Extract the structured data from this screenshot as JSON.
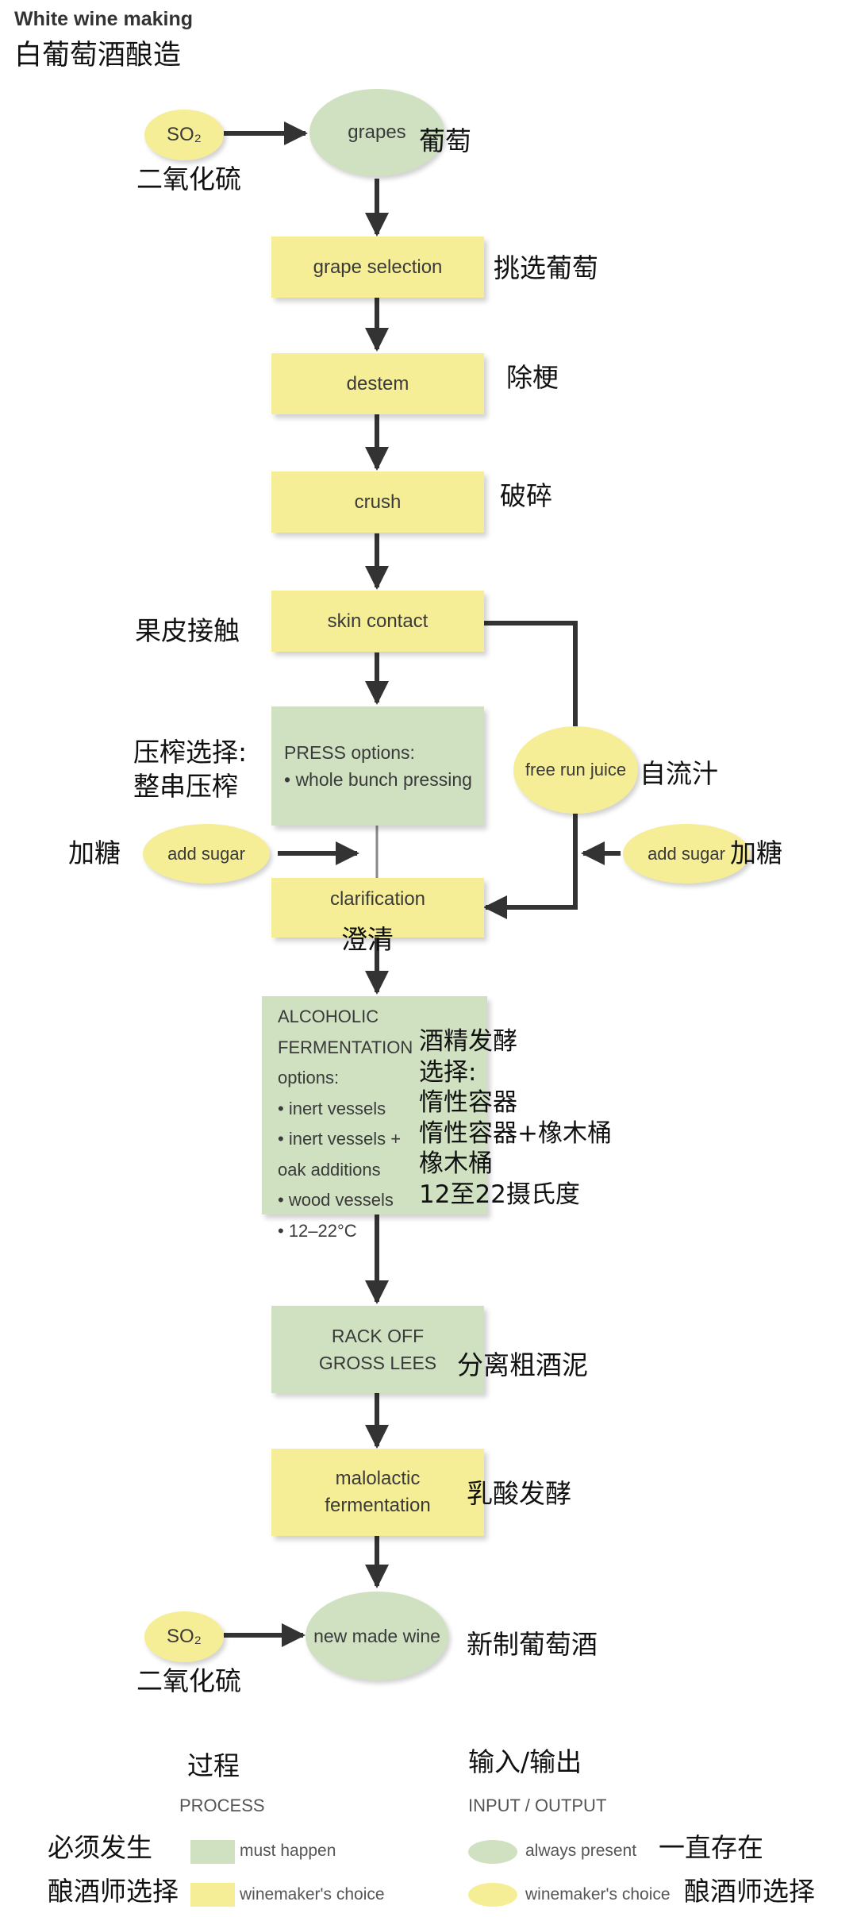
{
  "title_en": "White wine making",
  "title_cn": "白葡萄酒酿造",
  "colors": {
    "must_happen": "#cfe1c1",
    "winemakers_choice": "#f6ee96",
    "arrow": "#333333"
  },
  "nodes": {
    "so2_top": {
      "label": "SO₂",
      "cn": "二氧化硫"
    },
    "grapes": {
      "label": "grapes",
      "cn": "葡萄"
    },
    "grape_selection": {
      "label": "grape selection",
      "cn": "挑选葡萄"
    },
    "destem": {
      "label": "destem",
      "cn": "除梗"
    },
    "crush": {
      "label": "crush",
      "cn": "破碎"
    },
    "skin_contact": {
      "label": "skin contact",
      "cn": "果皮接触"
    },
    "press": {
      "label": "PRESS options:\n• whole bunch pressing",
      "cn": "压榨选择:\n整串压榨"
    },
    "free_run": {
      "label": "free run juice",
      "cn": "自流汁"
    },
    "add_sugar_left": {
      "label": "add sugar",
      "cn": "加糖"
    },
    "add_sugar_right": {
      "label": "add sugar",
      "cn": "加糖"
    },
    "clarification": {
      "label": "clarification",
      "cn": "澄清"
    },
    "fermentation": {
      "label": "ALCOHOLIC\nFERMENTATION\noptions:\n• inert vessels\n• inert vessels +\n  oak additions\n• wood vessels\n• 12–22°C",
      "cn": "酒精发酵\n选择:\n惰性容器\n惰性容器+橡木桶\n橡木桶\n12至22摄氏度"
    },
    "rack_off": {
      "label": "RACK OFF\nGROSS LEES",
      "cn": "分离粗酒泥"
    },
    "malolactic": {
      "label": "malolactic\nfermentation",
      "cn": "乳酸发酵"
    },
    "so2_bottom": {
      "label": "SO₂",
      "cn": "二氧化硫"
    },
    "new_wine": {
      "label": "new made wine",
      "cn": "新制葡萄酒"
    }
  },
  "legend": {
    "process_cn": "过程",
    "process_en": "PROCESS",
    "io_cn": "输入/输出",
    "io_en": "INPUT / OUTPUT",
    "must_happen_en": "must happen",
    "must_happen_cn": "必须发生",
    "choice_en": "winemaker's choice",
    "choice_cn": "酿酒师选择",
    "always_en": "always present",
    "always_cn": "一直存在",
    "choice2_en": "winemaker's choice",
    "choice2_cn": "酿酒师选择"
  }
}
